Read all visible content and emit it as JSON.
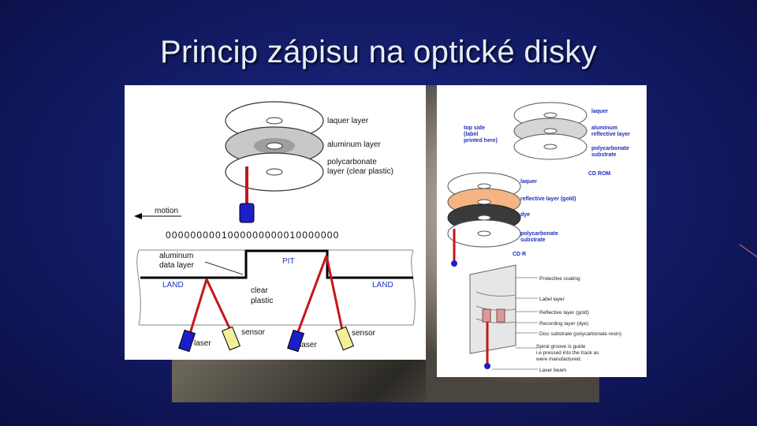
{
  "slide": {
    "title": "Princip zápisu na optické disky"
  },
  "left_diagram": {
    "layer_labels": {
      "laquer": "laquer layer",
      "aluminum": "aluminum layer",
      "poly_1": "polycarbonate",
      "poly_2": "layer (clear plastic)"
    },
    "motion": "motion",
    "bits": "0000000001000000000010000000",
    "alu_1": "aluminum",
    "alu_2": "data layer",
    "pit": "PIT",
    "land_left": "LAND",
    "land_right": "LAND",
    "clear_1": "clear",
    "clear_2": "plastic",
    "laser_left": "laser",
    "sensor_left": "sensor",
    "laser_right": "laser",
    "sensor_right": "sensor"
  },
  "right_diagram": {
    "top_side_1": "top side",
    "top_side_2": "(label",
    "top_side_3": "printed here)",
    "laquer_top": "laquer",
    "alu_1": "aluminum",
    "alu_2": "reflective layer",
    "poly_1": "polycarbonate",
    "poly_2": "substrate",
    "cd_rom": "CD ROM",
    "laquer_mid": "laquer",
    "reflective_gold": "reflective layer (gold)",
    "dye": "dye",
    "poly2_1": "polycarbonate",
    "poly2_2": "substrate",
    "cd_r": "CD R",
    "protective": "Protective coating",
    "label_layer": "Label layer",
    "reflective_gold2": "Reflective layer (gold)",
    "recording": "Recording layer (dye)",
    "disc_substrate": "Disc substrate (polycarbonate resin)",
    "spiral_1": "Spiral groove is guide",
    "spiral_2": "i.e pressed into the track as",
    "spiral_3": "were manufactured.",
    "laser_beam": "Laser beam"
  },
  "colors": {
    "accent_red": "#c4161c",
    "label_blue": "#1f2fbf",
    "gold": "#f4b483"
  }
}
